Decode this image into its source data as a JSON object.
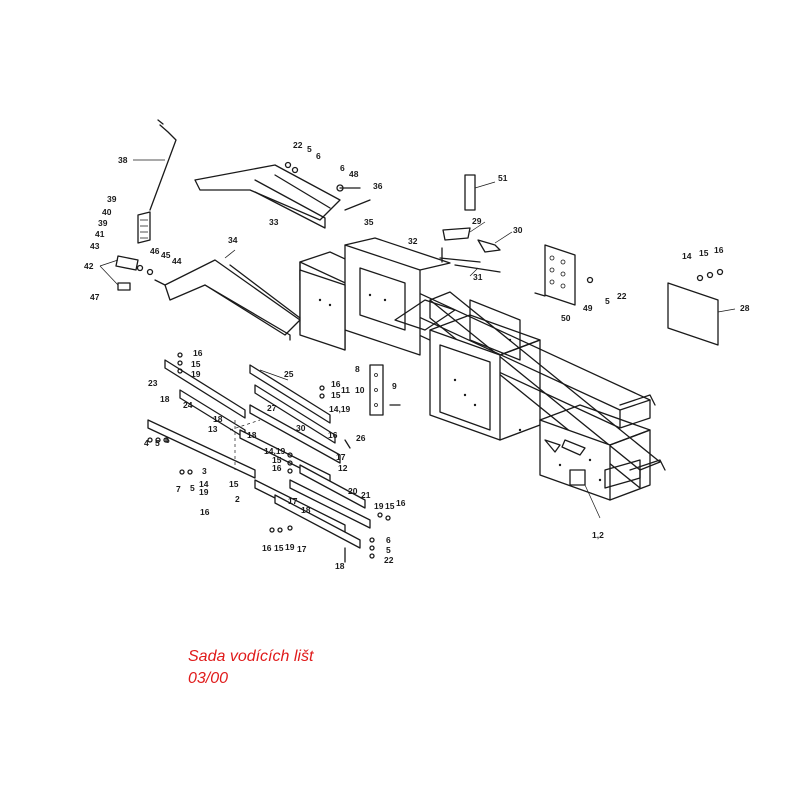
{
  "caption": {
    "title": "Sada vodících lišt",
    "code": "03/00"
  },
  "callouts": {
    "c38": "38",
    "c39a": "39",
    "c40": "40",
    "c39b": "39",
    "c41": "41",
    "c43": "43",
    "c42": "42",
    "c47": "47",
    "c46": "46",
    "c45": "45",
    "c44": "44",
    "c34": "34",
    "c22a": "22",
    "c5a": "5",
    "c6a": "6",
    "c6b": "6",
    "c48": "48",
    "c36": "36",
    "c33": "33",
    "c35": "35",
    "c51": "51",
    "c29": "29",
    "c30": "30",
    "c32": "32",
    "c31": "31",
    "c14a": "14",
    "c15a": "15",
    "c16a": "16",
    "c28": "28",
    "c49": "49",
    "c5b": "5",
    "c22b": "22",
    "c50": "50",
    "c16b": "16",
    "c15b": "15",
    "c19a": "19",
    "c23": "23",
    "c18a": "18",
    "c24": "24",
    "c18b": "18",
    "c13": "13",
    "c4": "4",
    "c5c": "5",
    "c6c": "6",
    "c25": "25",
    "c16c": "16",
    "c15c": "15",
    "c27": "27",
    "c8": "8",
    "c10": "10",
    "c9": "9",
    "c11": "11",
    "c1419a": "14,19",
    "c30b": "30",
    "c16d": "16",
    "c18c": "18",
    "c26": "26",
    "c1419b": "14,19",
    "c15d": "15",
    "c16e": "16",
    "c17a": "17",
    "c12": "12",
    "c7": "7",
    "c5d": "5",
    "c3": "3",
    "c14b": "14",
    "c19b": "19",
    "c15e": "15",
    "c16f": "16",
    "c2": "2",
    "c20": "20",
    "c21": "21",
    "c19c": "19",
    "c15f": "15",
    "c16g": "16",
    "c17b": "17",
    "c18d": "18",
    "c16h": "16",
    "c15g": "15",
    "c19d": "19",
    "c17c": "17",
    "c6d": "6",
    "c5e": "5",
    "c22c": "22",
    "c18e": "18",
    "c12b": "1,2"
  }
}
